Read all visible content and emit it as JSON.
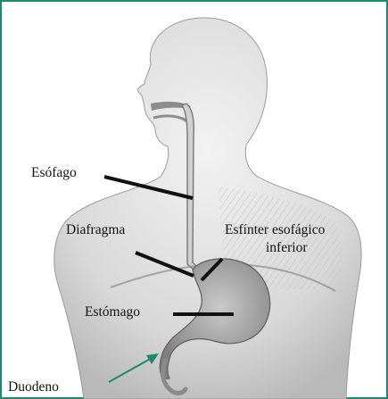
{
  "labels": {
    "esofago": "Esófago",
    "diafragma": "Diafragma",
    "esfinter_line1": "Esfínter esofágico",
    "esfinter_line2": "inferior",
    "estomago": "Estómago",
    "duodeno": "Duodeno"
  },
  "colors": {
    "frame": "#1d8a6e",
    "arrow": "#1d8a6e",
    "leader_lines": "#111111",
    "body_fill": "#d9d9d9",
    "organ_fill": "#a6a6a6"
  }
}
